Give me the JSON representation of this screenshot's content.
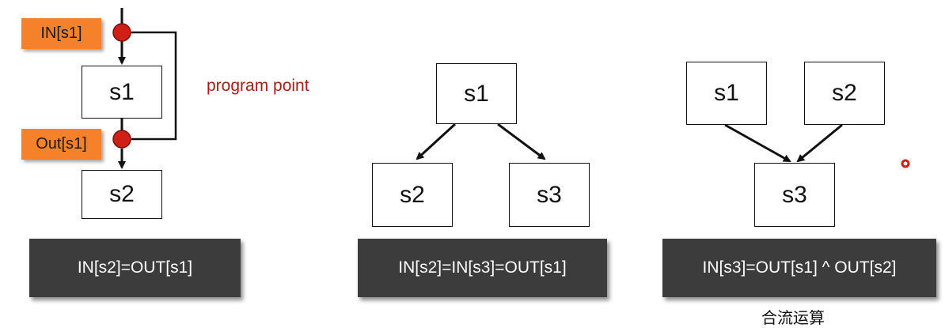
{
  "labels": {
    "in_s1": "IN[s1]",
    "out_s1": "Out[s1]",
    "program_point": "program point"
  },
  "diagram1": {
    "s1": "s1",
    "s2": "s2",
    "equation": "IN[s2]=OUT[s1]"
  },
  "diagram2": {
    "s1": "s1",
    "s2": "s2",
    "s3": "s3",
    "equation": "IN[s2]=IN[s3]=OUT[s1]"
  },
  "diagram3": {
    "s1": "s1",
    "s2": "s2",
    "s3": "s3",
    "equation": "IN[s3]=OUT[s1] ^ OUT[s2]",
    "caption": "合流运算"
  },
  "colors": {
    "accent_orange": "#f5822a",
    "point_red": "#d01f17",
    "eq_box": "#3c3c3c",
    "program_point_text": "#a51f1a"
  }
}
